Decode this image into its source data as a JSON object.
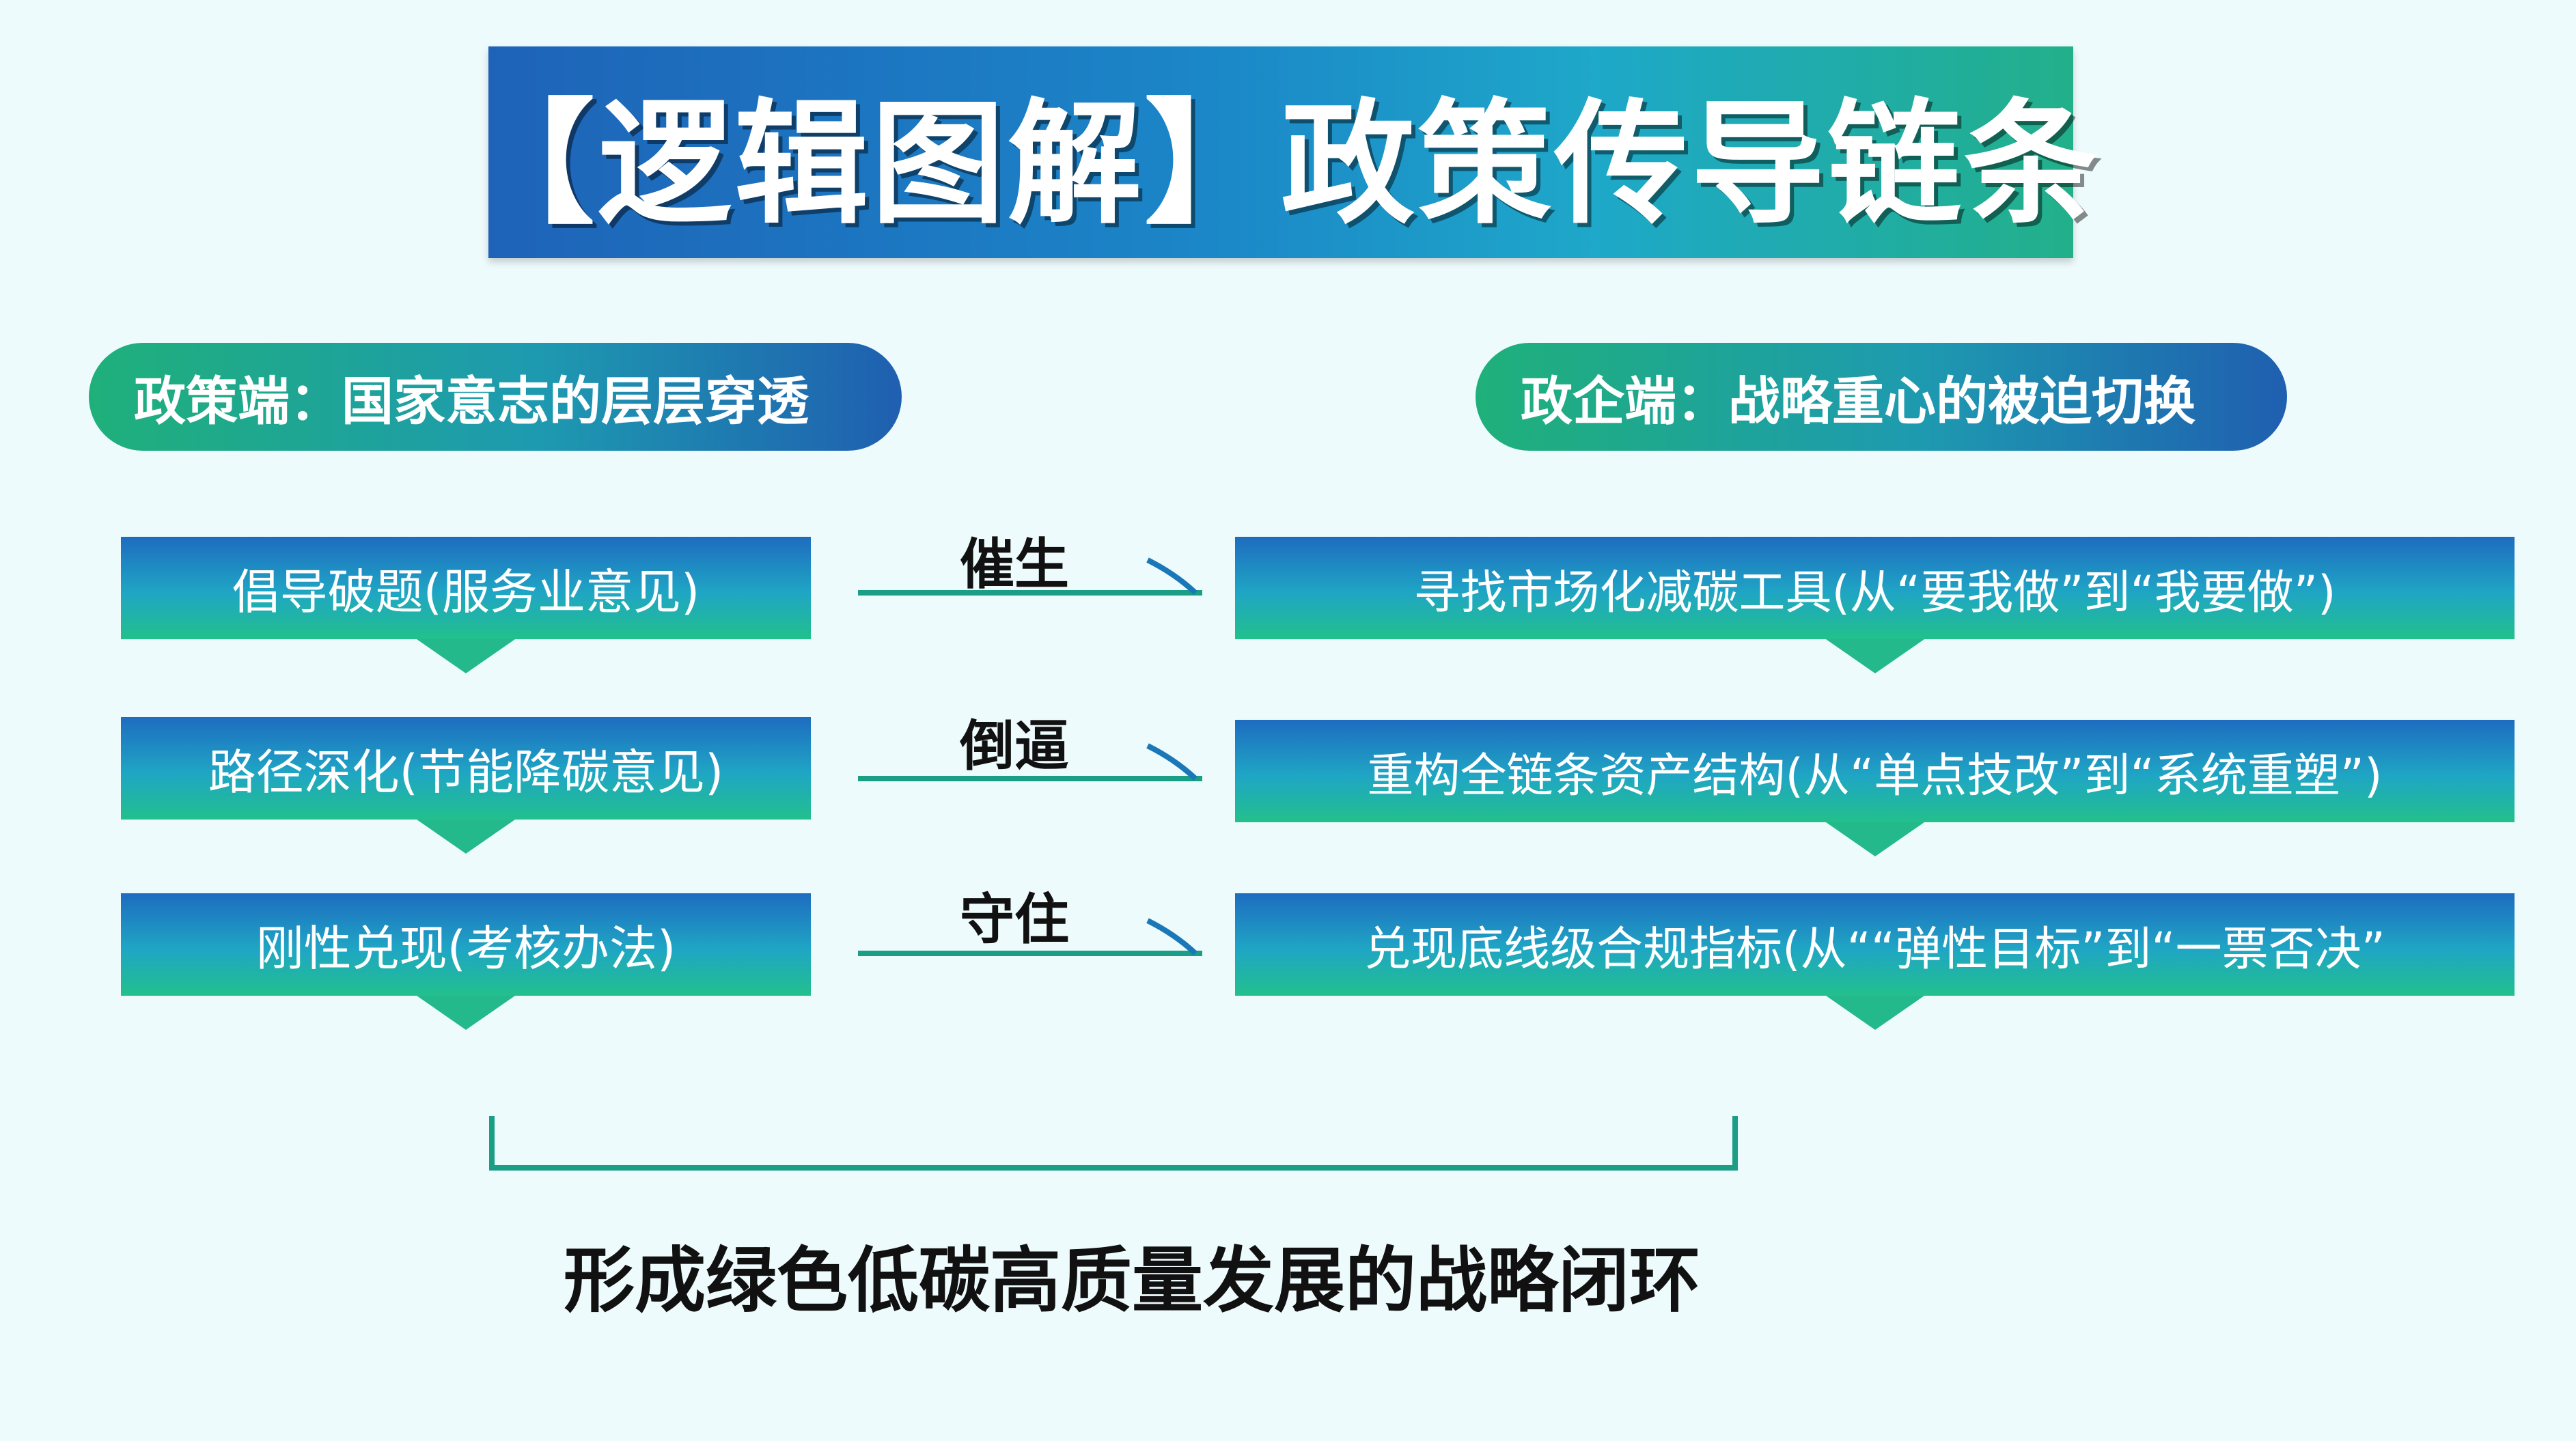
{
  "title": "【逻辑图解】政策传导链条",
  "left_header": "政策端：国家意志的层层穿透",
  "right_header": "政企端：战略重心的被迫切换",
  "rows": [
    {
      "left": "倡导破题(服务业意见)",
      "connector": "催生",
      "right": "寻找市场化减碳工具(从“要我做”到“我要做”)"
    },
    {
      "left": "路径深化(节能降碳意见)",
      "connector": "倒逼",
      "right": "重构全链条资产结构(从“单点技改”到“系统重塑”)"
    },
    {
      "left": "刚性兑现(考核办法)",
      "connector": "守住",
      "right": "兑现底线级合规指标(从““弹性目标”到“一票否决”"
    }
  ],
  "bottom_caption": "形成绿色低碳高质量发展的战略闭环",
  "colors": {
    "background": "#eefbfd",
    "connector_line": "#1a9e86",
    "bracket_line": "#1a9e86",
    "accent_blue": "#1e63b8",
    "accent_green": "#22b08a"
  }
}
